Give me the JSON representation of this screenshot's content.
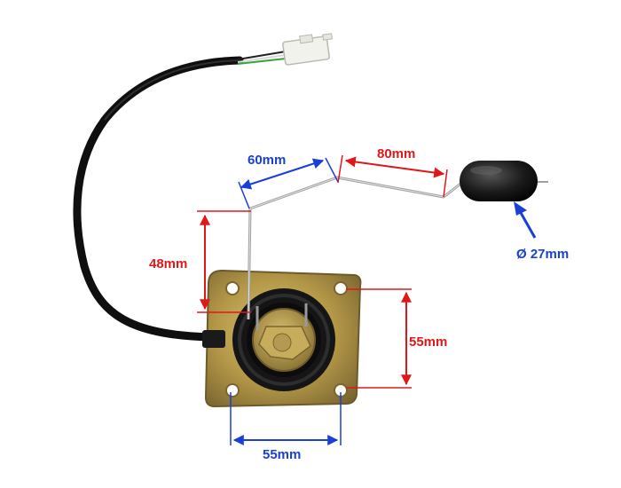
{
  "colors": {
    "blue_dimension": "#1a3fd6",
    "red_dimension": "#e01818",
    "plate": "#b79a4a",
    "cable": "#111111",
    "float": "#161616"
  },
  "labels": {
    "arm_horizontal": "60mm",
    "arm_end": "80mm",
    "arm_vertical": "48mm",
    "plate_height": "55mm",
    "plate_width": "55mm",
    "float_diameter": "Ø 27mm"
  }
}
